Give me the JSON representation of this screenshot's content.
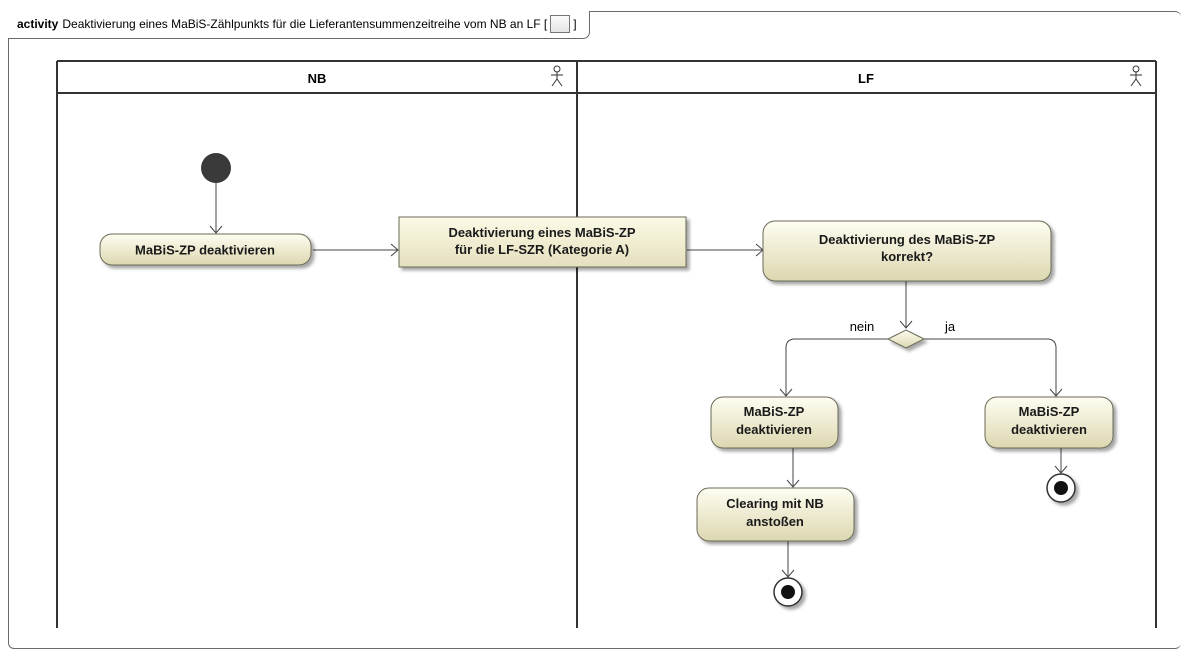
{
  "diagram": {
    "kind": "activity",
    "title": "Deaktivierung eines MaBiS-Zählpunkts für die Lieferantensummenzeitreihe  vom NB an LF [",
    "title_close": "]",
    "icon": "activity-diagram-icon"
  },
  "lanes": [
    {
      "name": "NB",
      "icon": "actor-icon"
    },
    {
      "name": "LF",
      "icon": "actor-icon"
    }
  ],
  "nodes": {
    "nb_action": "MaBiS-ZP deaktivieren",
    "message_line1": "Deaktivierung eines MaBiS-ZP",
    "message_line2": "für die LF-SZR (Kategorie A)",
    "check_line1": "Deaktivierung des MaBiS-ZP",
    "check_line2": "korrekt?",
    "left_action_line1": "MaBiS-ZP",
    "left_action_line2": "deaktivieren",
    "clearing_line1": "Clearing mit NB",
    "clearing_line2": "anstoßen",
    "right_action_line1": "MaBiS-ZP",
    "right_action_line2": "deaktivieren"
  },
  "guards": {
    "no": "nein",
    "yes": "ja"
  },
  "colors": {
    "action_fill_top": "#fefdf1",
    "action_fill_bottom": "#dcd7b0",
    "border": "#6b6b58",
    "lane_border": "#333333"
  }
}
